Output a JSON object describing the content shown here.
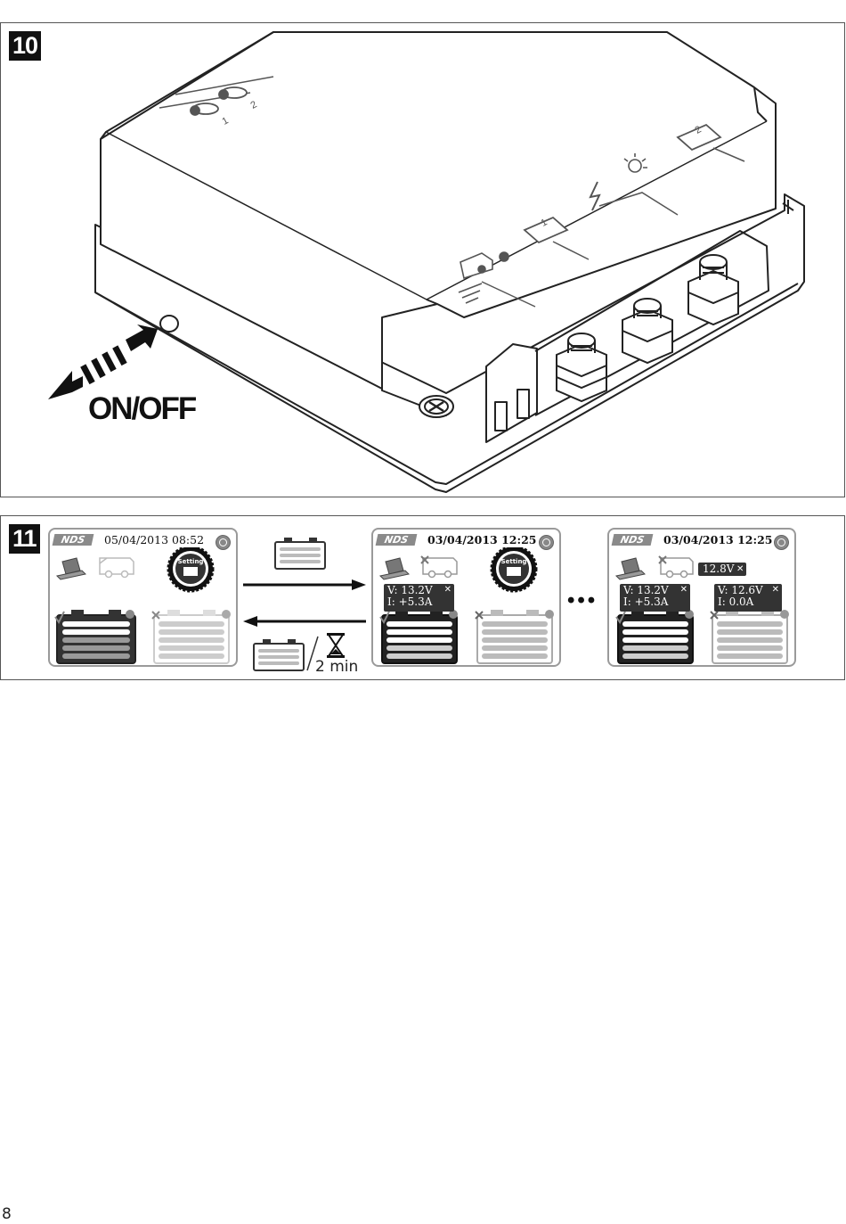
{
  "figure10": {
    "number": "10",
    "switch_label": "ON/OFF",
    "temp_labels": [
      "2",
      "1"
    ],
    "battery_labels": [
      "1",
      "2"
    ]
  },
  "figure11": {
    "number": "11",
    "screens": [
      {
        "brand": "NDS",
        "datetime": "05/04/2013 08:52",
        "setting_label": "Setting"
      },
      {
        "brand": "NDS",
        "datetime": "03/04/2013  12:25",
        "setting_label": "Setting",
        "tip_v": "V: 13.2V",
        "tip_i": "I: +5.3A"
      },
      {
        "brand": "NDS",
        "datetime": "03/04/2013  12:25",
        "tip_van": "12.8V",
        "tip1_v": "V: 13.2V",
        "tip1_i": "I: +5.3A",
        "tip2_v": "V: 12.6V",
        "tip2_i": "I:    0.0A"
      }
    ],
    "timeout_label": "2 min",
    "ellipsis": "•••"
  },
  "page_number": "8"
}
